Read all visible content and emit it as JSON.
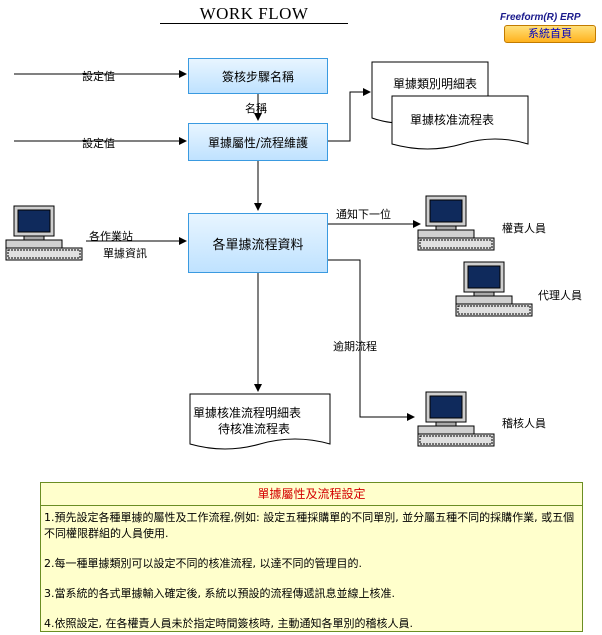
{
  "header": {
    "title": "WORK FLOW",
    "brand": "Freeform(R) ERP",
    "home_button": "系統首頁"
  },
  "nodes": {
    "step_name": "簽核步驟名稱",
    "doc_attr": "單據屬性/流程維護",
    "doc_flow": "各單據流程資料",
    "doc_type_list": "單據類別明細表",
    "approval_flow_list": "單據核准流程表",
    "report_line1": "單據核准流程明細表",
    "report_line2": "待核准流程表"
  },
  "edge_labels": {
    "setting1": "設定值",
    "setting2": "設定值",
    "name": "名稱",
    "stations": "各作業站",
    "doc_info": "單據資訊",
    "notify": "通知下一位",
    "overdue": "逾期流程"
  },
  "people": {
    "responsible": "權責人員",
    "proxy": "代理人員",
    "auditor": "稽核人員"
  },
  "notes": {
    "title": "單據屬性及流程設定",
    "items": [
      "1.預先設定各種單據的屬性及工作流程,例如: 設定五種採購單的不同單別, 並分屬五種不同的採購作業, 或五個不同權限群組的人員使用.",
      "2.每一種單據類別可以設定不同的核准流程, 以達不同的管理目的.",
      "3.當系統的各式單據輸入確定後, 系統以預設的流程傳遞訊息並線上核准.",
      "4.依照設定, 在各權責人員未於指定時間簽核時, 主動通知各單別的稽核人員."
    ]
  },
  "colors": {
    "box_border": "#3a9ae0",
    "note_bg": "#ffffcc",
    "note_title": "#d40000",
    "home_button": "#ffc84a"
  }
}
